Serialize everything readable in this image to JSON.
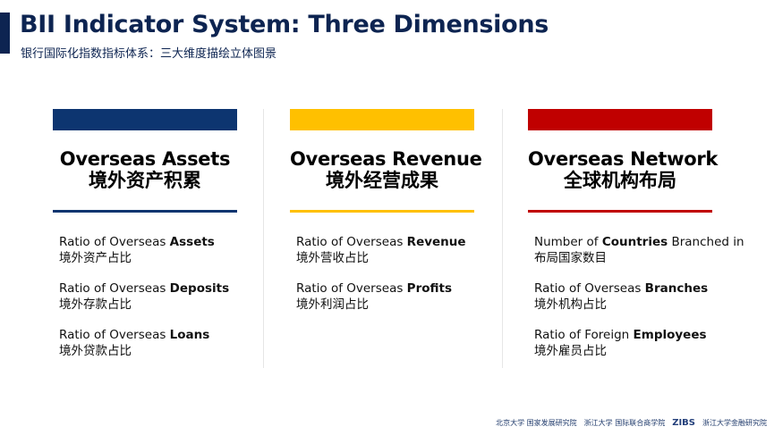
{
  "header": {
    "title": "BII Indicator System: Three Dimensions",
    "subtitle": "银行国际化指数指标体系：三大维度描绘立体图景"
  },
  "colors": {
    "navy": "#0d2451",
    "assets": "#0d3570",
    "revenue": "#ffc000",
    "network": "#c00000"
  },
  "columns": [
    {
      "heading_en": "Overseas Assets",
      "heading_zh": "境外资产积累",
      "items": [
        {
          "prefix": "Ratio of Overseas ",
          "bold": "Assets",
          "suffix": "",
          "zh": "境外资产占比"
        },
        {
          "prefix": "Ratio of Overseas ",
          "bold": "Deposits",
          "suffix": "",
          "zh": "境外存款占比"
        },
        {
          "prefix": "Ratio of Overseas ",
          "bold": "Loans",
          "suffix": "",
          "zh": "境外贷款占比"
        }
      ]
    },
    {
      "heading_en": "Overseas Revenue",
      "heading_zh": "境外经营成果",
      "items": [
        {
          "prefix": "Ratio of Overseas ",
          "bold": "Revenue",
          "suffix": "",
          "zh": "境外营收占比"
        },
        {
          "prefix": "Ratio of Overseas ",
          "bold": "Profits",
          "suffix": "",
          "zh": "境外利润占比"
        }
      ]
    },
    {
      "heading_en": "Overseas Network",
      "heading_zh": "全球机构布局",
      "items": [
        {
          "prefix": "Number of ",
          "bold": "Countries",
          "suffix": " Branched in",
          "zh": "布局国家数目"
        },
        {
          "prefix": "Ratio of Overseas ",
          "bold": "Branches",
          "suffix": "",
          "zh": "境外机构占比"
        },
        {
          "prefix": "Ratio of Foreign ",
          "bold": "Employees",
          "suffix": "",
          "zh": "境外雇员占比"
        }
      ]
    }
  ],
  "footer": {
    "logo1": "北京大学 国家发展研究院",
    "logo2": "浙江大学 国际联合商学院",
    "logo3": "ZIBS",
    "logo4": "浙江大学金融研究院"
  }
}
